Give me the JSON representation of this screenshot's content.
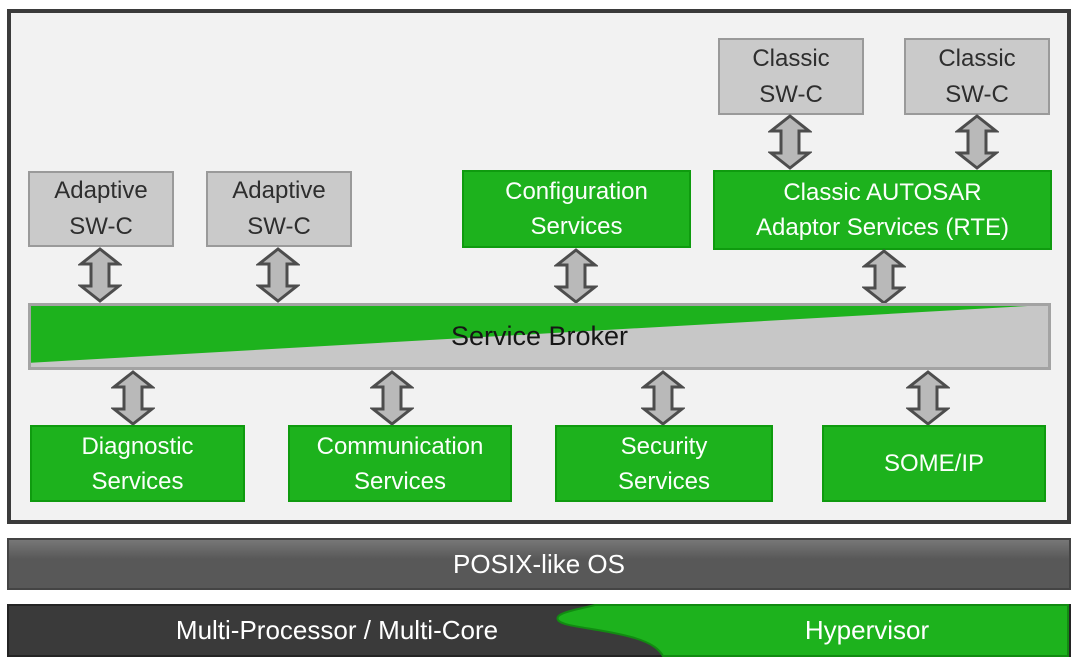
{
  "colors": {
    "green": "#1db21d",
    "green_border": "#0f9b0f",
    "gray_box": "#cacaca",
    "gray_box_border": "#9a9a9a",
    "frame_bg": "#f2f2f2",
    "frame_border": "#3b3b3b",
    "arrow_fill": "#b9b9b9",
    "arrow_stroke": "#4d4d4d",
    "bar_gray": "#c7c7c7",
    "bar_gray_border": "#a3a3a3",
    "os_bar": "#585858",
    "hw_bar": "#3a3a3a",
    "text_dark": "#2e2e2e"
  },
  "boxes": {
    "classic_swc_1": {
      "label": "Classic\nSW-C"
    },
    "classic_swc_2": {
      "label": "Classic\nSW-C"
    },
    "adaptive_swc_1": {
      "label": "Adaptive\nSW-C"
    },
    "adaptive_swc_2": {
      "label": "Adaptive\nSW-C"
    },
    "configuration": {
      "label": "Configuration\nServices"
    },
    "classic_autosar": {
      "label": "Classic AUTOSAR\nAdaptor Services (RTE)"
    },
    "diagnostic": {
      "label": "Diagnostic\nServices"
    },
    "communication": {
      "label": "Communication\nServices"
    },
    "security": {
      "label": "Security\nServices"
    },
    "someip": {
      "label": "SOME/IP"
    }
  },
  "service_broker": {
    "label": "Service Broker"
  },
  "os_bar": {
    "label": "POSIX-like OS"
  },
  "hardware_bar": {
    "left_label": "Multi-Processor / Multi-Core",
    "right_label": "Hypervisor"
  }
}
